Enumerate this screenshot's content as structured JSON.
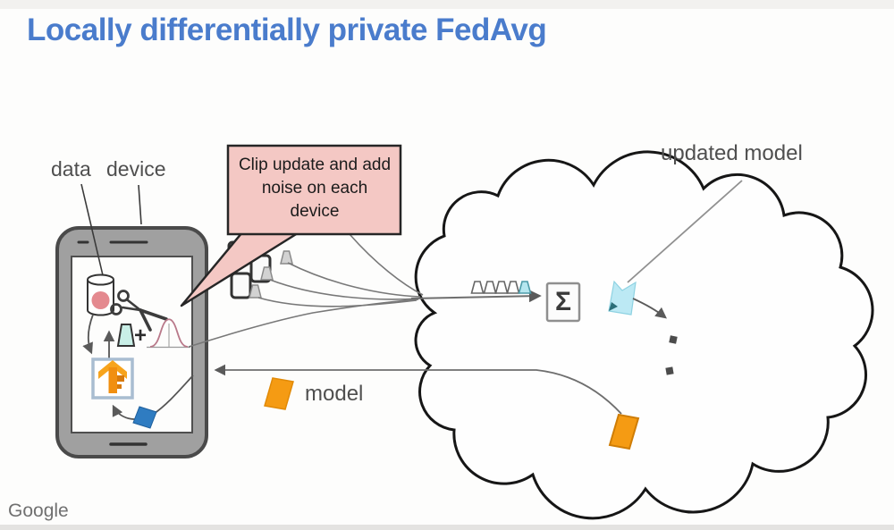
{
  "slide": {
    "title": "Locally differentially private FedAvg",
    "brand": "Google"
  },
  "labels": {
    "data": "data",
    "device": "device",
    "model": "model",
    "updated_model": "updated model",
    "plus_sign": "+",
    "sigma": "Σ"
  },
  "callout": {
    "lines": [
      "Clip update and add",
      "noise on each",
      "device"
    ]
  },
  "colors": {
    "title_blue": "#4a7ccc",
    "callout_pink": "#f4c8c4",
    "model_orange": "#f59b13",
    "updated_model_cyan": "#bce9f4",
    "clipped_update_mint": "#c9efe7",
    "local_model_blue": "#2f7cc1",
    "data_dot_pink": "#e4898f",
    "line_gray": "#6e6e6e"
  },
  "icons": {
    "data": "database-cylinder-icon",
    "clip": "scissors-icon",
    "noise": "gaussian-noise-icon",
    "training": "tensorflow-icon",
    "aggregation": "sigma-icon",
    "server": "cloud-shape",
    "devices": "phone-icon",
    "updates": "trapezoid-update-icon"
  }
}
